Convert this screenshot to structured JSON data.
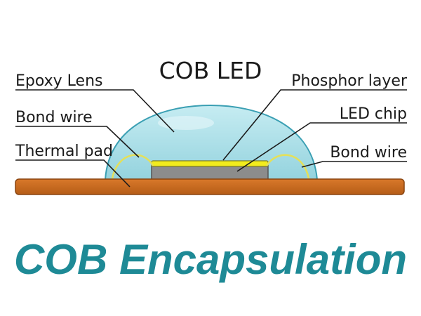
{
  "diagram": {
    "title": "COB LED",
    "caption": "COB Encapsulation",
    "labels": {
      "epoxy_lens": "Epoxy Lens",
      "bond_wire_left": "Bond wire",
      "thermal_pad": "Thermal pad",
      "phosphor_layer": "Phosphor layer",
      "led_chip": "LED chip",
      "bond_wire_right": "Bond wire"
    },
    "colors": {
      "caption": "#1E8A96",
      "lens_fill": "#A8DDE6",
      "lens_stroke": "#3A9FB3",
      "thermal_pad": "#C56A1E",
      "phosphor": "#F2EC1C",
      "chip": "#8C8C8C",
      "bond_wire": "#E4E05A",
      "leader_line": "#1a1a1a"
    }
  }
}
